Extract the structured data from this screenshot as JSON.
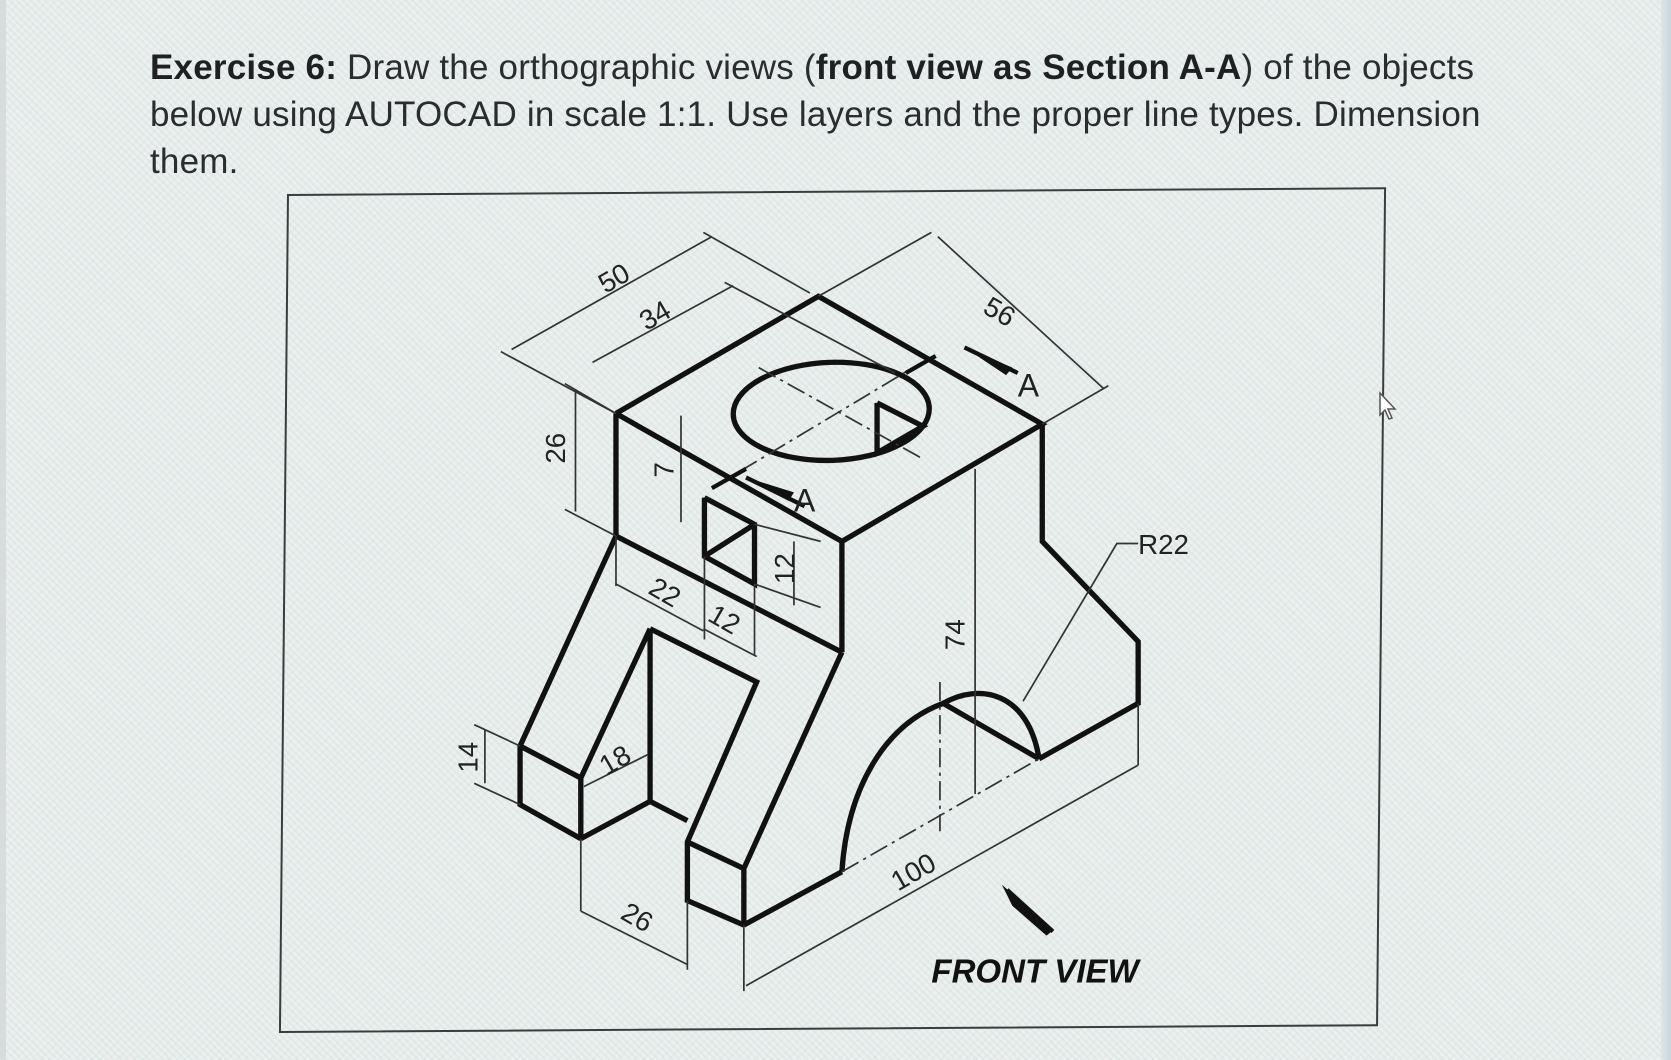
{
  "exercise": {
    "label": "Exercise 6:",
    "text_1": " Draw the orthographic views (",
    "bold_part": "front view as Section A-A",
    "text_2": ") of the objects below using AUTOCAD in scale 1:1. Use layers and the proper line types. Dimension them."
  },
  "drawing": {
    "dimensions": {
      "d50": "50",
      "d34": "34",
      "d56": "56",
      "d26_height": "26",
      "d7": "7",
      "d12_vertical": "12",
      "d22": "22",
      "d12_horizontal": "12",
      "d74": "74",
      "radius": "R22",
      "d14": "14",
      "d18": "18",
      "d26_bottom": "26",
      "d100": "100"
    },
    "section_labels": {
      "top": "A",
      "bottom": "A"
    },
    "view_label": "FRONT VIEW"
  },
  "colors": {
    "ink": "#111111",
    "thin_line": "#3a3a3a",
    "text": "#2a2c30"
  }
}
